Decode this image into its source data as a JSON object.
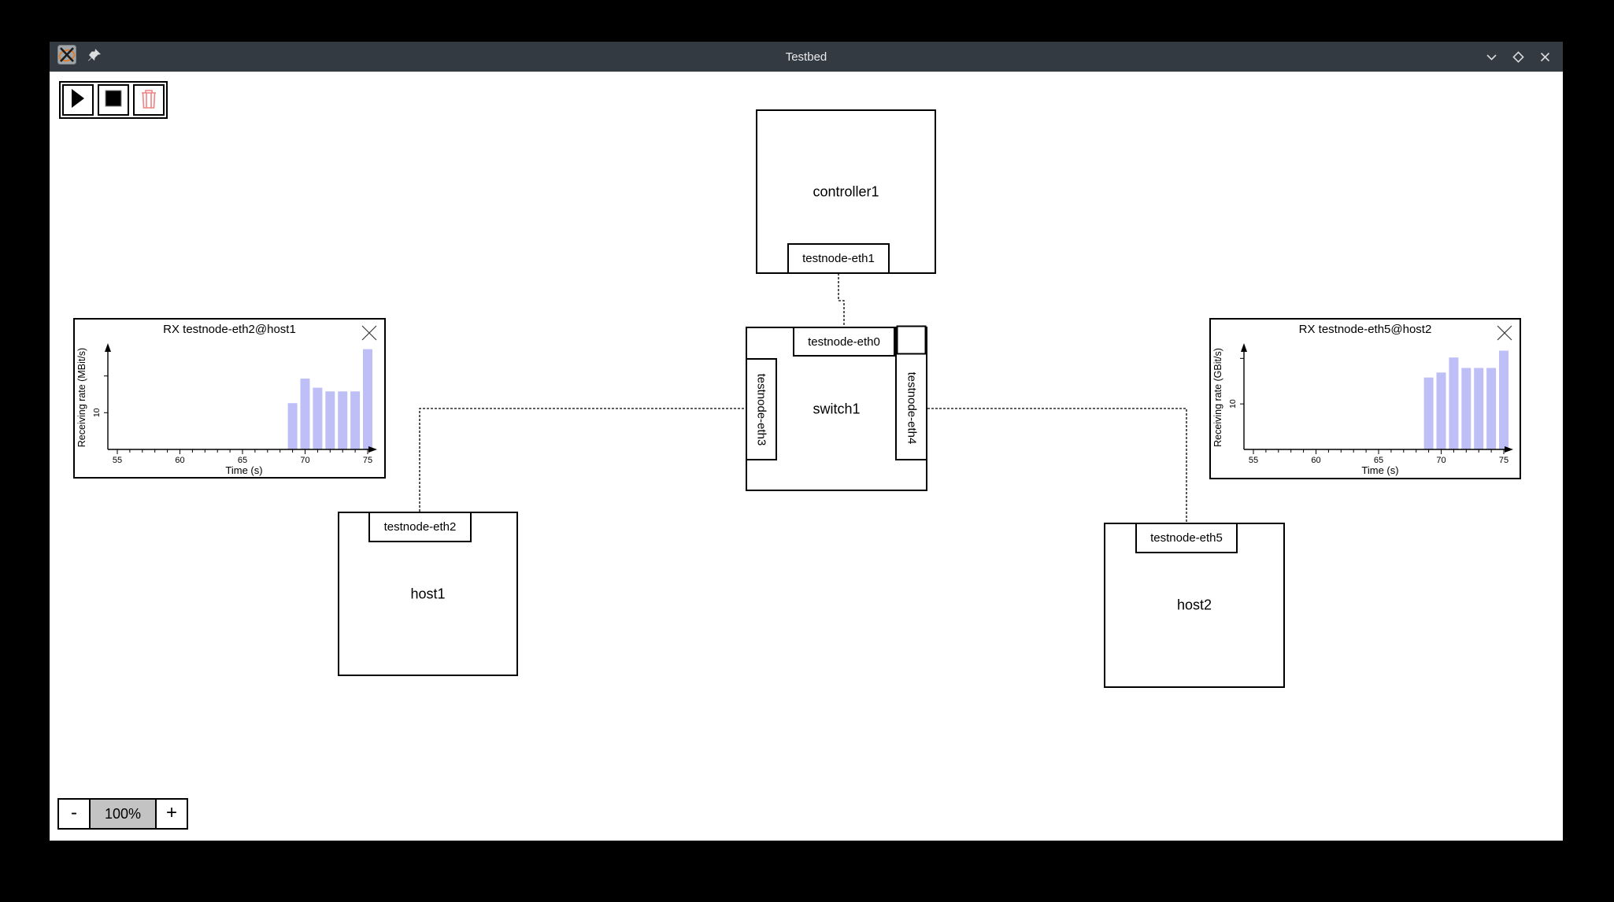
{
  "window": {
    "title": "Testbed"
  },
  "titlebar": {
    "app_icon": "xorg-icon",
    "pin_icon": "pin-icon",
    "controls": {
      "minimize": "chevron-down",
      "maximize": "diamond",
      "close": "x"
    }
  },
  "toolbar": {
    "buttons": [
      {
        "name": "run",
        "icon": "play-icon"
      },
      {
        "name": "stop",
        "icon": "stop-icon"
      },
      {
        "name": "delete",
        "icon": "trash-icon",
        "color": "#f08282"
      }
    ]
  },
  "zoom": {
    "out_label": "-",
    "level": "100%",
    "in_label": "+"
  },
  "nodes": {
    "controller1": {
      "label": "controller1",
      "eth1": "testnode-eth1"
    },
    "switch1": {
      "label": "switch1",
      "eth0": "testnode-eth0",
      "eth3": "testnode-eth3",
      "eth4": "testnode-eth4"
    },
    "host1": {
      "label": "host1",
      "eth2": "testnode-eth2"
    },
    "host2": {
      "label": "host2",
      "eth5": "testnode-eth5"
    }
  },
  "links": [
    {
      "from": "controller1.testnode-eth1",
      "to": "switch1.testnode-eth0",
      "points": [
        [
          1002,
          256
        ],
        [
          1002,
          291
        ],
        [
          1009,
          291
        ],
        [
          1009,
          324
        ]
      ]
    },
    {
      "from": "host1.testnode-eth2",
      "to": "switch1.testnode-eth3",
      "points": [
        [
          470,
          559
        ],
        [
          470,
          428
        ],
        [
          884,
          428
        ]
      ]
    },
    {
      "from": "switch1.testnode-eth4",
      "to": "host2.testnode-eth5",
      "points": [
        [
          1115,
          428
        ],
        [
          1444,
          428
        ],
        [
          1444,
          573
        ]
      ]
    }
  ],
  "chart_data": [
    {
      "type": "bar",
      "title": "RX testnode-eth2@host1",
      "xlabel": "Time (s)",
      "ylabel": "Receiving rate (MBit/s)",
      "x": [
        69,
        70,
        71,
        72,
        73,
        74,
        75
      ],
      "values": [
        12.6,
        19.3,
        16.8,
        15.8,
        15.8,
        15.8,
        27.3
      ],
      "xticks": [
        55,
        60,
        65,
        70,
        75
      ],
      "yticks": [
        {
          "v": 10,
          "label": "10"
        },
        {
          "v": 20,
          "label": ""
        }
      ],
      "xlim": [
        54,
        76
      ],
      "ymax": 28.5,
      "bar_color": "#bfbff8"
    },
    {
      "type": "bar",
      "title": "RX testnode-eth5@host2",
      "xlabel": "Time (s)",
      "ylabel": "Receiving rate (GBit/s)",
      "x": [
        69,
        70,
        71,
        72,
        73,
        74,
        75
      ],
      "values": [
        15.8,
        16.9,
        20.2,
        17.9,
        17.9,
        17.9,
        21.7
      ],
      "xticks": [
        55,
        60,
        65,
        70,
        75
      ],
      "yticks": [
        {
          "v": 10,
          "label": "10"
        },
        {
          "v": 20,
          "label": ""
        }
      ],
      "xlim": [
        54,
        76
      ],
      "ymax": 23,
      "bar_color": "#bfbff8"
    }
  ]
}
